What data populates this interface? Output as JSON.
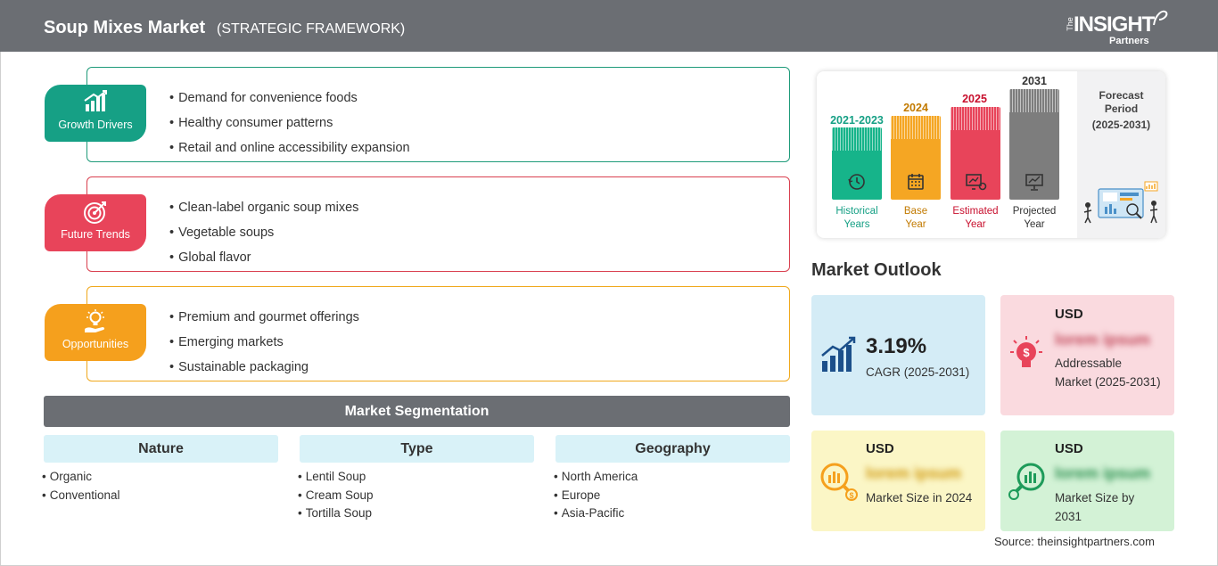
{
  "header": {
    "title": "Soup Mixes Market",
    "subtitle": "(STRATEGIC FRAMEWORK)",
    "logo_the": "The",
    "logo_insight": "INSIGHT",
    "logo_partners": "Partners"
  },
  "framework": {
    "growth_drivers": {
      "label": "Growth Drivers",
      "color": "#16a085",
      "icon": "growth-chart-icon",
      "items": [
        "Demand for convenience foods",
        "Healthy consumer patterns",
        "Retail and online accessibility expansion"
      ]
    },
    "future_trends": {
      "label": "Future Trends",
      "color": "#e8445a",
      "icon": "target-icon",
      "items": [
        "Clean-label organic soup mixes",
        "Vegetable soups",
        "Global flavor"
      ]
    },
    "opportunities": {
      "label": "Opportunities",
      "color": "#f5a01d",
      "icon": "lightbulb-hand-icon",
      "items": [
        "Premium and gourmet offerings",
        "Emerging markets",
        "Sustainable packaging"
      ]
    }
  },
  "segmentation": {
    "title": "Market Segmentation",
    "nature": {
      "heading": "Nature",
      "items": [
        "Organic",
        "Conventional"
      ]
    },
    "type": {
      "heading": "Type",
      "items": [
        "Lentil Soup",
        "Cream Soup",
        "Tortilla Soup"
      ]
    },
    "geography": {
      "heading": "Geography",
      "items": [
        "North America",
        "Europe",
        "Asia-Pacific"
      ]
    }
  },
  "timeline": {
    "historical": {
      "year": "2021-2023",
      "label1": "Historical",
      "label2": "Years",
      "color": "#16b48a"
    },
    "base": {
      "year": "2024",
      "label1": "Base",
      "label2": "Year",
      "color": "#f5a623"
    },
    "estimated": {
      "year": "2025",
      "label1": "Estimated",
      "label2": "Year",
      "color": "#e8445a"
    },
    "projected": {
      "year": "2031",
      "label1": "Projected",
      "label2": "Year",
      "color": "#7d7d7d"
    },
    "forecast_label": "Forecast Period",
    "forecast_years": "(2025-2031)"
  },
  "outlook": {
    "title": "Market Outlook",
    "cagr": {
      "value": "3.19%",
      "label": "CAGR (2025-2031)"
    },
    "addressable": {
      "currency": "USD",
      "value": "lorem ipsum",
      "label": "Addressable Market (2025-2031)"
    },
    "size_2024": {
      "currency": "USD",
      "value": "lorem ipsum",
      "label": "Market Size in 2024"
    },
    "size_2031": {
      "currency": "USD",
      "value": "lorem ipsum",
      "label": "Market Size by 2031"
    }
  },
  "source": "Source: theinsightpartners.com"
}
